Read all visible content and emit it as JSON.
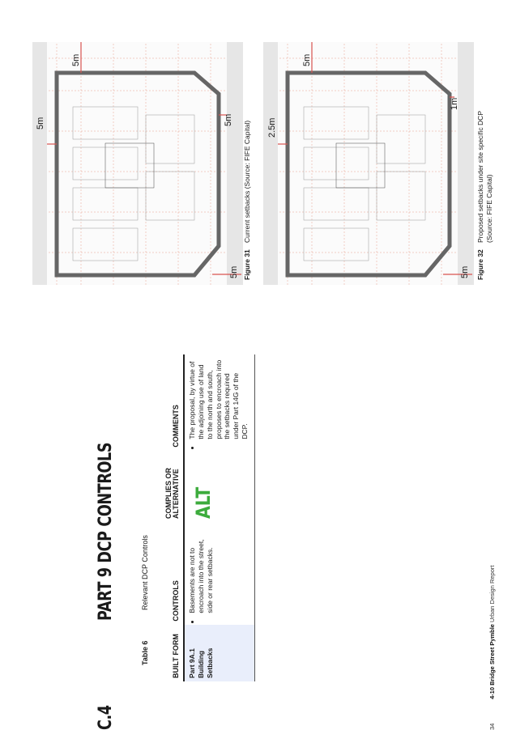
{
  "section": {
    "number": "C.4",
    "title": "PART 9 DCP CONTROLS"
  },
  "table_caption": {
    "label": "Table 6",
    "text": "Relevant DCP Controls"
  },
  "table": {
    "headers": [
      "BUILT FORM",
      "CONTROLS",
      "COMPLIES OR ALTERNATIVE",
      "COMMENTS"
    ],
    "rows": [
      {
        "built_form": "Part 9A.1 Building Setbacks",
        "control": "Basements are not to encroach into the street, side or rear setbacks.",
        "complies": "ALT",
        "comment": "The proposal, by virtue of the adjoining use of land to the north and south, proposes to encroach into the setbacks required under Part 14G of the DCP."
      }
    ]
  },
  "figures": [
    {
      "label": "Figure 31",
      "caption": "Current setbacks (Source: FIFE Capital)",
      "annotations": [
        "5m",
        "5m",
        "5m",
        "5m"
      ]
    },
    {
      "label": "Figure 32",
      "caption_line1": "Proposed setbacks under site specific DCP",
      "caption_line2": "(Source: FIFE Capital)",
      "annotations": [
        "5m",
        "2.5m",
        "5m",
        "1m"
      ]
    }
  ],
  "footer": {
    "page": "34",
    "title_bold": "4-10 Bridge Street Pymble",
    "title_rest": "Urban Design Report"
  },
  "colors": {
    "accent_green": "#3cab3c",
    "table_shade": "#e9eefb",
    "plan_line": "#e07a5f"
  }
}
